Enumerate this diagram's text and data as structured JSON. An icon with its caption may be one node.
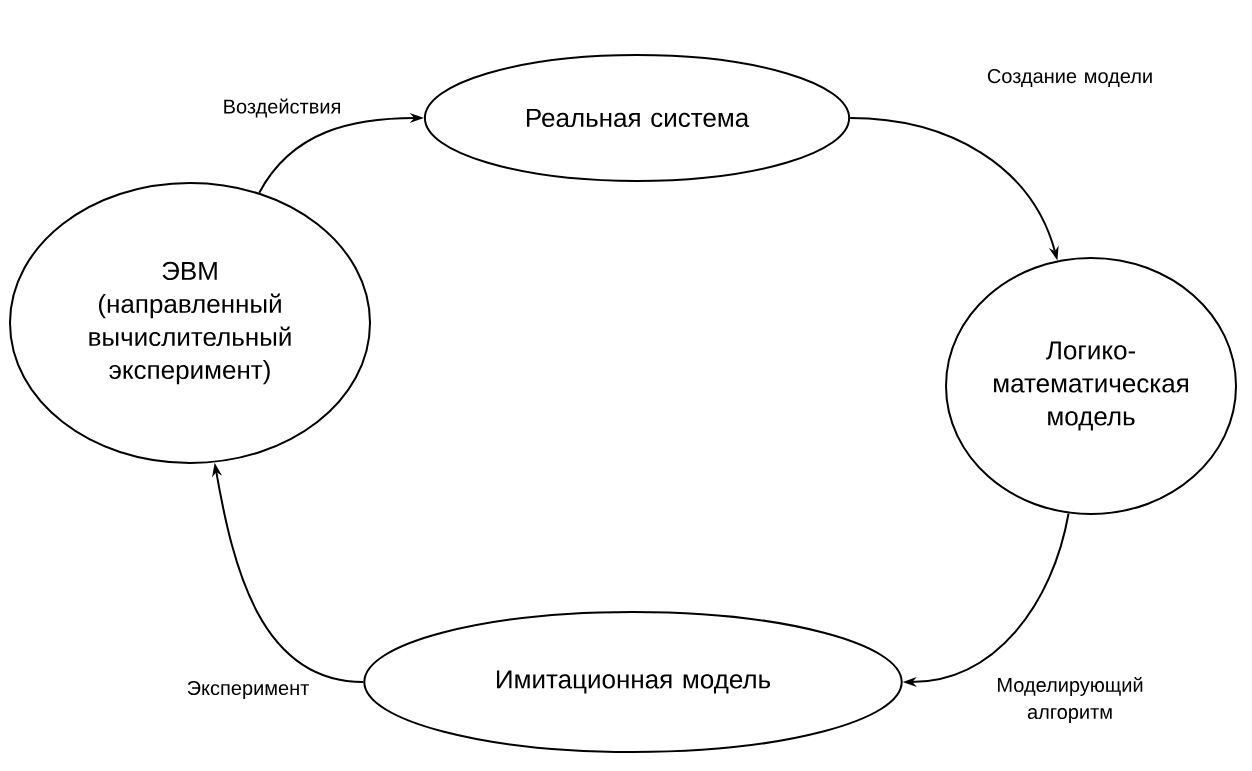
{
  "diagram": {
    "nodes": [
      {
        "text": [
          "Реальная система"
        ]
      },
      {
        "text": [
          "Логико-математическая модель"
        ]
      },
      {
        "text": [
          "Имитационная модель"
        ]
      },
      {
        "text": [
          "ЭВМ (направленный вычислительный эксперимент)"
        ]
      }
    ],
    "edges": [
      {
        "from": 3,
        "to": 0,
        "arrow": "to",
        "label": "Воздействия"
      },
      {
        "from": 0,
        "to": 1,
        "arrow": "to",
        "label": "Создание модели"
      },
      {
        "from": 1,
        "to": 2,
        "arrow": "to",
        "label": "Моделирующий алгоритм"
      },
      {
        "from": 2,
        "to": 3,
        "arrow": "to",
        "label": "Эксперимент"
      }
    ]
  }
}
